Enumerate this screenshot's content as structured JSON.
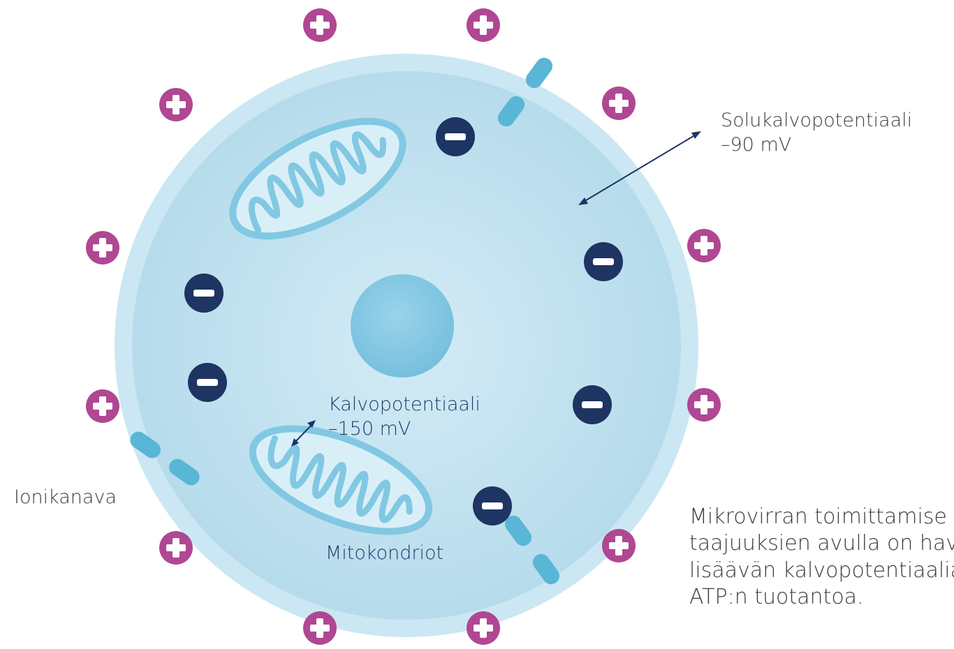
{
  "labels": {
    "membrane_potential": {
      "title": "Solukalvopotentiaali",
      "value": "–90 mV"
    },
    "mito_potential": {
      "title": "Kalvopotentiaali",
      "value": "–150 mV"
    },
    "ion_channel": "Ionikanava",
    "mitochondria": "Mitokondriot"
  },
  "note": {
    "line1": "Mikrovirran toimittamise",
    "line2": "taajuuksien avulla on hav",
    "line3": "lisäävän kalvopotentiaalia",
    "line4": "ATP:n tuotantoa."
  },
  "icons": {
    "positive_charge": "plus-in-circle",
    "negative_charge": "minus-in-circle"
  },
  "colors": {
    "positive_charge": "#b04793",
    "negative_charge": "#1e3462",
    "cell_membrane": "#c9e6f2",
    "cytoplasm": "#b5dbec",
    "nucleus": "#7cc4e0",
    "ion_channel": "#5ab6d6",
    "mitochondria": "#8ccde6"
  }
}
